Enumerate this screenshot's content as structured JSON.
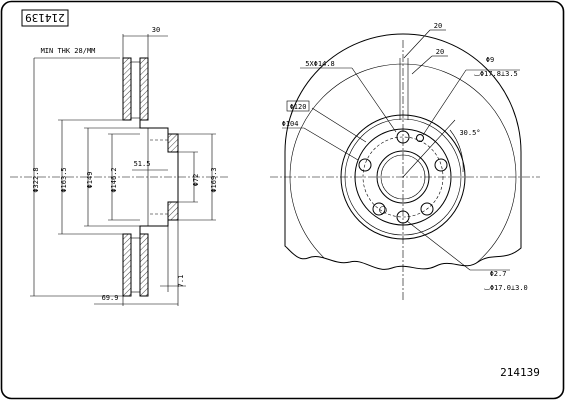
{
  "part_number_top": "214139",
  "part_number_bottom": "214139",
  "side_view": {
    "min_thk_label": "MIN THK 28/MM",
    "dim_thickness": "30",
    "dim_outer_diameter": "Φ322.8",
    "dim_d1": "Φ163.5",
    "dim_d2": "Φ149",
    "dim_d3": "Φ146.2",
    "dim_hat_depth": "51.5",
    "dim_center_bore": "Φ72",
    "dim_hub_diameter": "Φ169.3",
    "dim_offset": "7.1",
    "dim_overall_height": "69.9"
  },
  "front_view": {
    "dim_angle_1": "20",
    "dim_angle_2": "20",
    "bolt_spec": "5XΦ14.8",
    "bolt_circle": "Φ120",
    "pilot_diameter": "Φ104",
    "small_hole_diameter": "Φ9",
    "small_hole_callout": "⌴Φ17.8⊥3.5",
    "angle_degrees": "30.5°",
    "bottom_hole_diameter": "Φ2.7",
    "bottom_hole_callout": "⌴Φ17.0⊥3.0"
  }
}
